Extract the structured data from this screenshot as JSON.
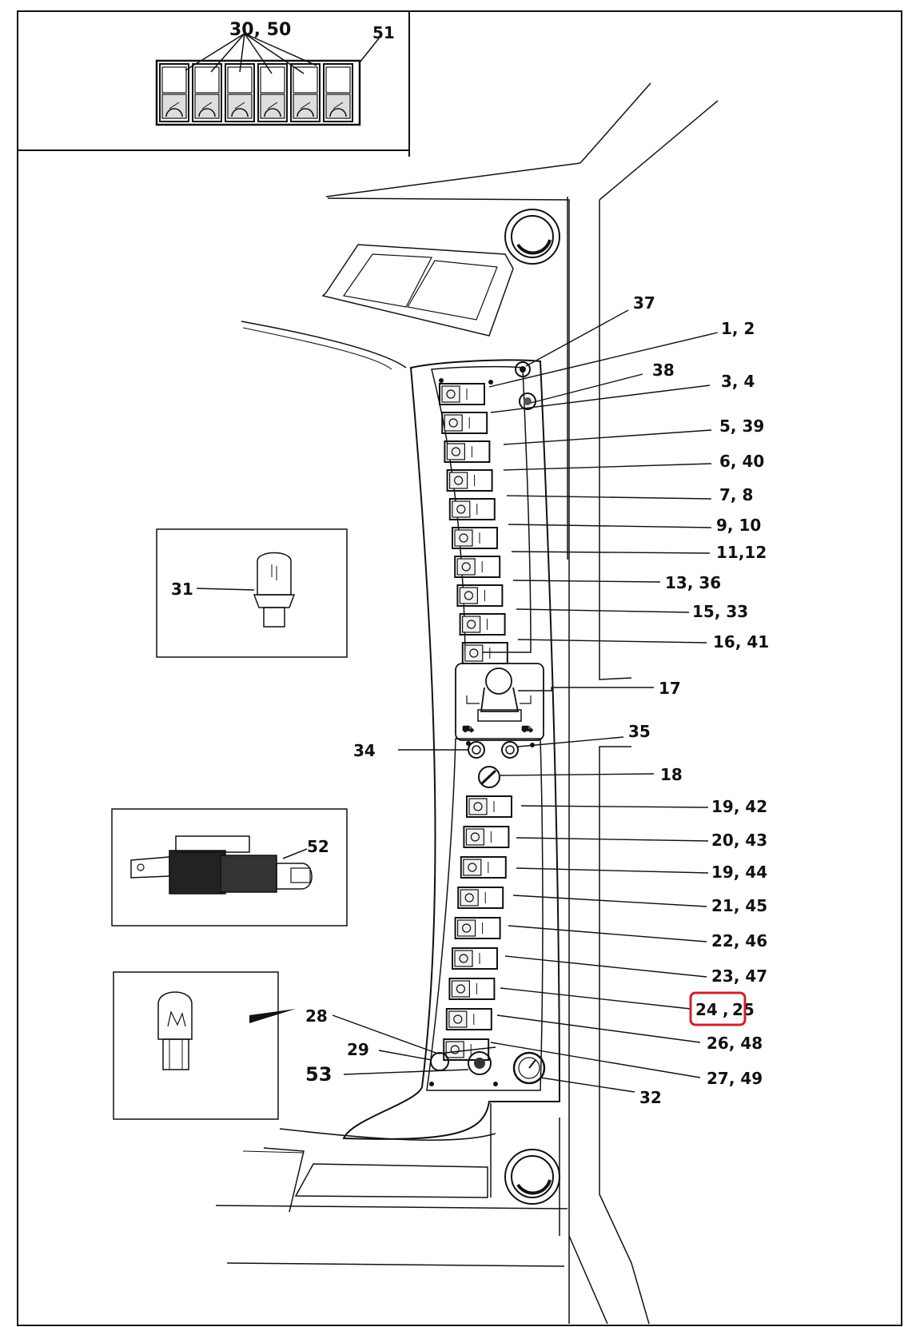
{
  "top_inset": {
    "label_pair": "30, 50",
    "label_single": "51",
    "lamp_count": 6
  },
  "callouts": {
    "c37": "37",
    "c1_2": "1, 2",
    "c38": "38",
    "c3_4": "3, 4",
    "c5_39": "5, 39",
    "c6_40": "6, 40",
    "c7_8": "7, 8",
    "c9_10": "9, 10",
    "c11_12": "11,12",
    "c13_36": "13, 36",
    "c15_33": "15, 33",
    "c16_41": "16, 41",
    "c17": "17",
    "c35": "35",
    "c34": "34",
    "c18": "18",
    "c19_42": "19, 42",
    "c20_43": "20, 43",
    "c19_44": "19, 44",
    "c21_45": "21, 45",
    "c22_46": "22, 46",
    "c23_47": "23, 47",
    "c24": "24",
    "c25": "25",
    "c26_48": "26, 48",
    "c27_49": "27, 49",
    "c28": "28",
    "c29": "29",
    "c53": "53",
    "c32": "32",
    "c31": "31",
    "c52": "52"
  },
  "highlight": {
    "target_label": "24",
    "color": "#d0202a"
  },
  "icons": {
    "upper_switches": [
      "arrows-icon",
      "wiper-icon",
      "engine-icon",
      "fuel-icon",
      "hazard-icon",
      "work-light-icon",
      "beacon-icon",
      "fan-icon",
      "brake-icon",
      "seat-icon"
    ],
    "lower_switches": [
      "lift-icon",
      "lift-dual-icon",
      "lift-alt-icon",
      "key-icon",
      "oil-icon",
      "diesel-icon",
      "hitch-icon",
      "drop-icon",
      "b-icon"
    ]
  }
}
